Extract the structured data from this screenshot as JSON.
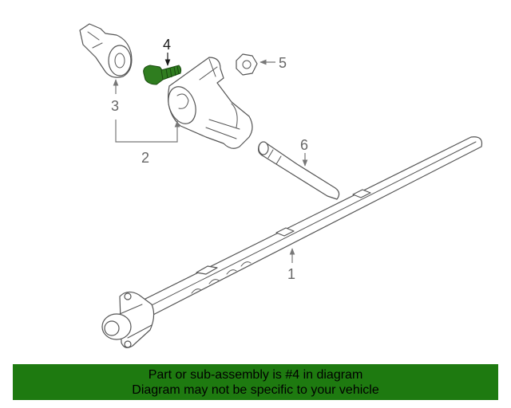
{
  "callouts": {
    "c1": "1",
    "c2": "2",
    "c3": "3",
    "c4": "4",
    "c5": "5",
    "c6": "6"
  },
  "banner": {
    "line1": "Part or sub-assembly is #4 in diagram",
    "line2": "Diagram may not be specific to your vehicle"
  },
  "colors": {
    "highlight_part": "#2f7d1f",
    "banner_bg": "#1e7a10"
  }
}
